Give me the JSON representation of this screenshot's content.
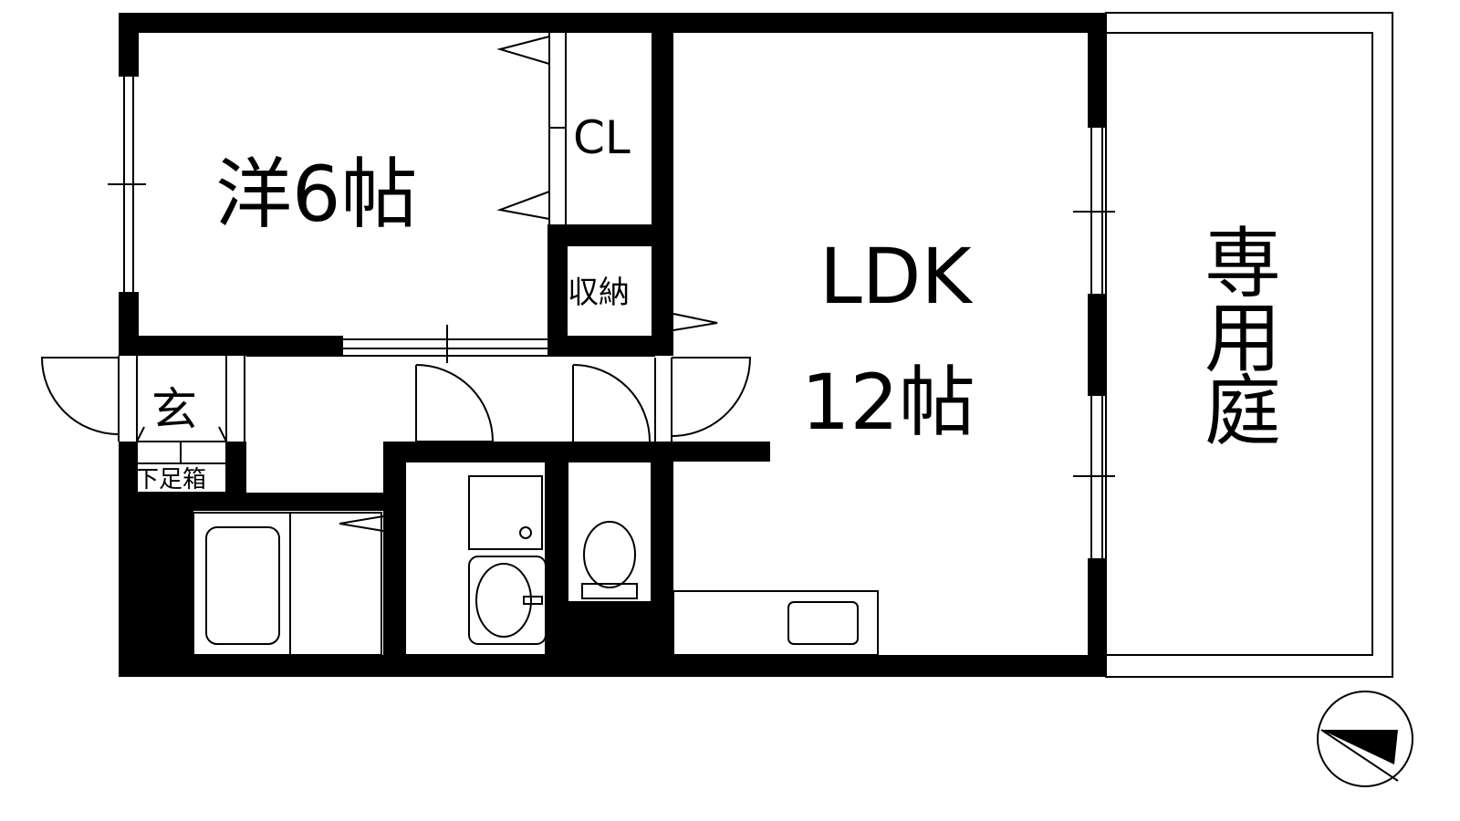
{
  "rooms": {
    "western": {
      "name": "洋",
      "size": "6帖"
    },
    "closet": "CL",
    "storage": "収納",
    "ldk": {
      "name": "LDK",
      "size": "12帖"
    },
    "garden": [
      "専",
      "用",
      "庭"
    ],
    "entrance": "玄",
    "shoe_box": "下足箱"
  },
  "colors": {
    "wall": "#000000",
    "background": "#ffffff",
    "line": "#000000"
  },
  "icons": {
    "compass": "north-arrow-icon"
  }
}
